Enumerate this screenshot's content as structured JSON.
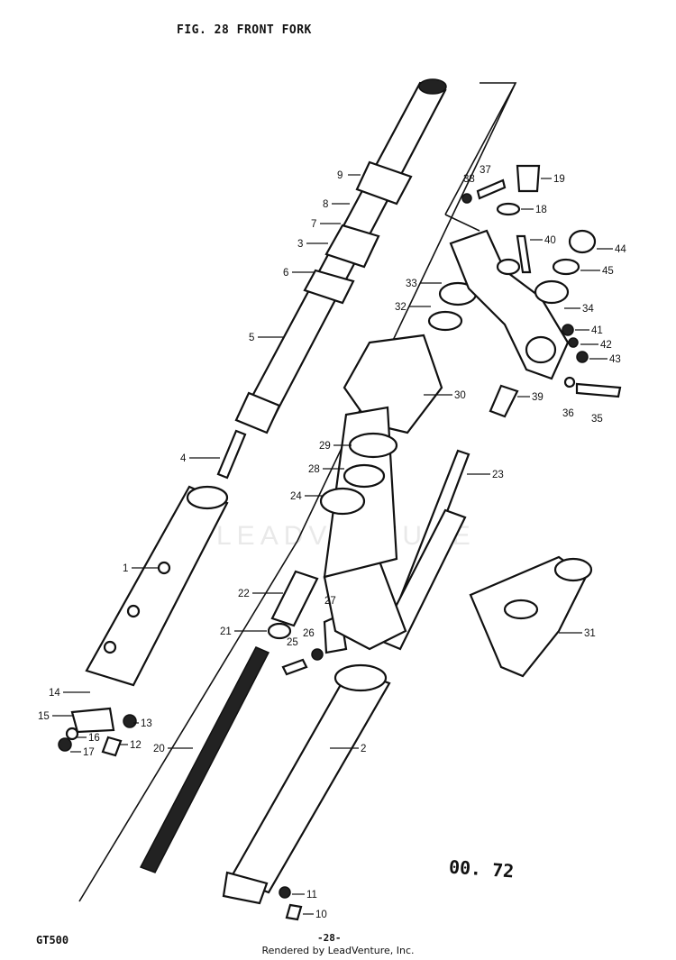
{
  "header": {
    "title": "FIG. 28 FRONT FORK"
  },
  "footer": {
    "model": "GT500",
    "page": "-28-",
    "credit": "Rendered by LeadVenture, Inc."
  },
  "stamp": {
    "date_code": "00. 72"
  },
  "watermark": "LEADVENTURE",
  "callouts": [
    {
      "n": "9"
    },
    {
      "n": "8"
    },
    {
      "n": "7"
    },
    {
      "n": "3"
    },
    {
      "n": "6"
    },
    {
      "n": "5"
    },
    {
      "n": "4"
    },
    {
      "n": "1"
    },
    {
      "n": "14"
    },
    {
      "n": "15"
    },
    {
      "n": "16"
    },
    {
      "n": "17"
    },
    {
      "n": "13"
    },
    {
      "n": "12"
    },
    {
      "n": "20"
    },
    {
      "n": "21"
    },
    {
      "n": "22"
    },
    {
      "n": "25"
    },
    {
      "n": "26"
    },
    {
      "n": "27"
    },
    {
      "n": "24"
    },
    {
      "n": "28"
    },
    {
      "n": "29"
    },
    {
      "n": "30"
    },
    {
      "n": "32"
    },
    {
      "n": "33"
    },
    {
      "n": "38"
    },
    {
      "n": "37"
    },
    {
      "n": "19"
    },
    {
      "n": "18"
    },
    {
      "n": "40"
    },
    {
      "n": "44"
    },
    {
      "n": "45"
    },
    {
      "n": "34"
    },
    {
      "n": "41"
    },
    {
      "n": "42"
    },
    {
      "n": "43"
    },
    {
      "n": "39"
    },
    {
      "n": "36"
    },
    {
      "n": "35"
    },
    {
      "n": "23"
    },
    {
      "n": "31"
    },
    {
      "n": "2"
    },
    {
      "n": "11"
    },
    {
      "n": "10"
    }
  ]
}
